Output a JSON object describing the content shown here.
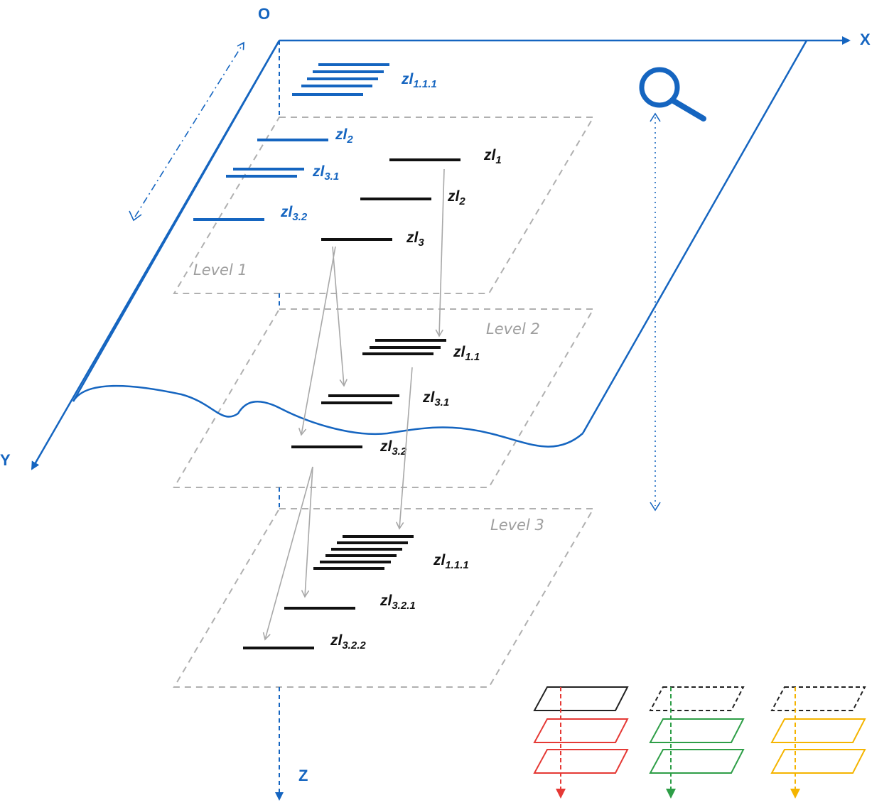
{
  "axes": {
    "origin": "O",
    "x": "X",
    "y": "Y",
    "z": "Z"
  },
  "levels": [
    {
      "label": "Level 1"
    },
    {
      "label": "Level 2"
    },
    {
      "label": "Level 3"
    }
  ],
  "surface_labels": [
    {
      "base": "zl",
      "sub": "1.1.1"
    },
    {
      "base": "zl",
      "sub": "2"
    },
    {
      "base": "zl",
      "sub": "3.1"
    },
    {
      "base": "zl",
      "sub": "3.2"
    }
  ],
  "level1_labels": [
    {
      "base": "zl",
      "sub": "1"
    },
    {
      "base": "zl",
      "sub": "2"
    },
    {
      "base": "zl",
      "sub": "3"
    }
  ],
  "level2_labels": [
    {
      "base": "zl",
      "sub": "1.1"
    },
    {
      "base": "zl",
      "sub": "3.1"
    },
    {
      "base": "zl",
      "sub": "3.2"
    }
  ],
  "level3_labels": [
    {
      "base": "zl",
      "sub": "1.1.1"
    },
    {
      "base": "zl",
      "sub": "3.2.1"
    },
    {
      "base": "zl",
      "sub": "3.2.2"
    }
  ],
  "icons": {
    "search": "magnifier-icon"
  },
  "colors": {
    "axis_blue": "#1565c0",
    "level_border": "#b0b0b0",
    "arrow_gray": "#a8a8a8",
    "legend_red": "#e53935",
    "legend_green": "#2e9e47",
    "legend_yellow": "#f4b400",
    "legend_black": "#222222"
  },
  "legend": [
    {
      "color": "legend_red",
      "top_style": "solid"
    },
    {
      "color": "legend_green",
      "top_style": "dashed"
    },
    {
      "color": "legend_yellow",
      "top_style": "dashed"
    }
  ]
}
